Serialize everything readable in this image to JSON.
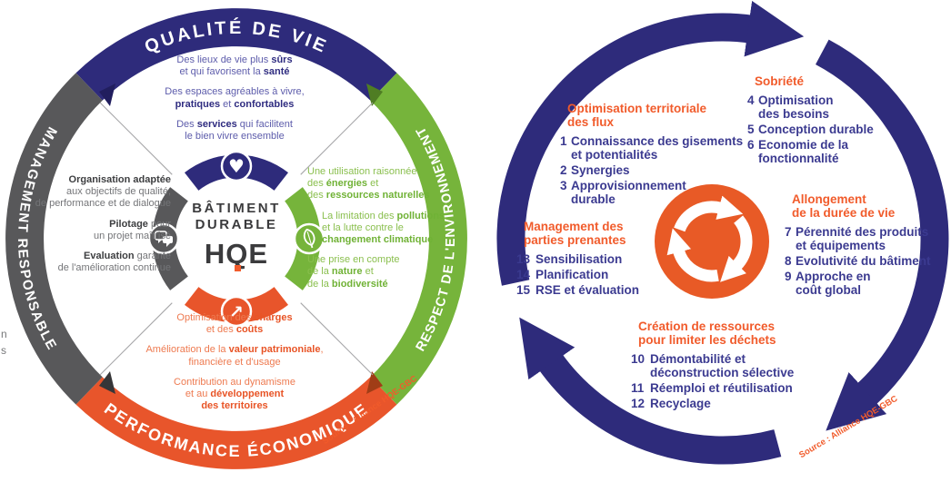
{
  "colors": {
    "navy": "#2e2b7b",
    "green": "#76b43b",
    "orange_band": "#e8552b",
    "gray": "#58585a",
    "accent_orange": "#f15b2b",
    "list_navy": "#3b3a90",
    "recycle_orange": "#e85a26"
  },
  "left_diagram": {
    "center": {
      "line1": "BÂTIMENT",
      "line2": "DURABLE",
      "logo": "HQE"
    },
    "arcs": {
      "top": {
        "label": "QUALITÉ DE VIE"
      },
      "left": {
        "label": "MANAGEMENT RESPONSABLE"
      },
      "right": {
        "label": "RESPECT DE L'ENVIRONNEMENT"
      },
      "bottom": {
        "label": "PERFORMANCE ÉCONOMIQUE"
      }
    },
    "quadrants": {
      "top": {
        "paragraphs": [
          [
            {
              "t": "Des lieux de vie plus "
            },
            {
              "t": "sûrs",
              "b": true
            },
            {
              "br": true
            },
            {
              "t": "et qui favorisent la "
            },
            {
              "t": "santé",
              "b": true
            }
          ],
          [
            {
              "t": "Des espaces agréables à vivre,"
            },
            {
              "br": true
            },
            {
              "t": "pratiques",
              "b": true
            },
            {
              "t": " et "
            },
            {
              "t": "confortables",
              "b": true
            }
          ],
          [
            {
              "t": "Des "
            },
            {
              "t": "services",
              "b": true
            },
            {
              "t": " qui facilitent"
            },
            {
              "br": true
            },
            {
              "t": "le bien vivre ensemble"
            }
          ]
        ]
      },
      "left": {
        "paragraphs": [
          [
            {
              "t": "Organisation adaptée",
              "b": true
            },
            {
              "br": true
            },
            {
              "t": "aux objectifs de qualité,"
            },
            {
              "br": true
            },
            {
              "t": "de performance et de dialogue"
            }
          ],
          [
            {
              "t": "Pilotage",
              "b": true
            },
            {
              "t": " pour"
            },
            {
              "br": true
            },
            {
              "t": "un projet maîtrisé"
            }
          ],
          [
            {
              "t": "Evaluation",
              "b": true
            },
            {
              "t": " garante"
            },
            {
              "br": true
            },
            {
              "t": "de l'amélioration continue"
            }
          ]
        ]
      },
      "right": {
        "paragraphs": [
          [
            {
              "t": "Une utilisation raisonnée"
            },
            {
              "br": true
            },
            {
              "t": "des "
            },
            {
              "t": "énergies",
              "b": true
            },
            {
              "t": " et"
            },
            {
              "br": true
            },
            {
              "t": "des "
            },
            {
              "t": "ressources naturelles",
              "b": true
            }
          ],
          [
            {
              "t": "La limitation des "
            },
            {
              "t": "pollutions",
              "b": true
            },
            {
              "br": true
            },
            {
              "t": "et la lutte contre le"
            },
            {
              "br": true
            },
            {
              "t": "changement climatique",
              "b": true
            }
          ],
          [
            {
              "t": "Une prise en compte"
            },
            {
              "br": true
            },
            {
              "t": "de la "
            },
            {
              "t": "nature",
              "b": true
            },
            {
              "t": " et"
            },
            {
              "br": true
            },
            {
              "t": "de la "
            },
            {
              "t": "biodiversité",
              "b": true
            }
          ]
        ]
      },
      "bottom": {
        "paragraphs": [
          [
            {
              "t": "Optimisation des "
            },
            {
              "t": "charges",
              "b": true
            },
            {
              "br": true
            },
            {
              "t": "et des "
            },
            {
              "t": "coûts",
              "b": true
            }
          ],
          [
            {
              "t": "Amélioration de la "
            },
            {
              "t": "valeur patrimoniale",
              "b": true
            },
            {
              "t": ","
            },
            {
              "br": true
            },
            {
              "t": "financière et d'usage"
            }
          ],
          [
            {
              "t": "Contribution au dynamisme"
            },
            {
              "br": true
            },
            {
              "t": "et au "
            },
            {
              "t": "développement",
              "b": true
            },
            {
              "br": true
            },
            {
              "t": "des territoires",
              "b": true
            }
          ]
        ]
      }
    },
    "source": "Source : Alliance HQE-GBC",
    "edge_fragments": {
      "f1": "n",
      "f2": "s"
    }
  },
  "right_diagram": {
    "groups": [
      {
        "title_lines": [
          "Optimisation territoriale",
          "des flux"
        ],
        "items": [
          {
            "n": "1",
            "lines": [
              "Connaissance des gisements",
              "et potentialités"
            ]
          },
          {
            "n": "2",
            "lines": [
              "Synergies"
            ]
          },
          {
            "n": "3",
            "lines": [
              "Approvisionnement",
              "durable"
            ]
          }
        ]
      },
      {
        "title_lines": [
          "Sobriété"
        ],
        "items": [
          {
            "n": "4",
            "lines": [
              "Optimisation",
              "des besoins"
            ]
          },
          {
            "n": "5",
            "lines": [
              "Conception durable"
            ]
          },
          {
            "n": "6",
            "lines": [
              "Economie de la",
              "fonctionnalité"
            ]
          }
        ]
      },
      {
        "title_lines": [
          "Allongement",
          "de la durée de vie"
        ],
        "items": [
          {
            "n": "7",
            "lines": [
              "Pérennité des produits",
              "et équipements"
            ]
          },
          {
            "n": "8",
            "lines": [
              "Evolutivité du bâtiment"
            ]
          },
          {
            "n": "9",
            "lines": [
              "Approche en",
              "coût global"
            ]
          }
        ]
      },
      {
        "title_lines": [
          "Management des",
          "parties prenantes"
        ],
        "items": [
          {
            "n": "13",
            "lines": [
              "Sensibilisation"
            ]
          },
          {
            "n": "14",
            "lines": [
              "Planification"
            ]
          },
          {
            "n": "15",
            "lines": [
              "RSE et évaluation"
            ]
          }
        ]
      },
      {
        "title_lines": [
          "Création de ressources",
          "pour limiter les déchets"
        ],
        "items": [
          {
            "n": "10",
            "lines": [
              "Démontabilité et",
              "déconstruction sélective"
            ]
          },
          {
            "n": "11",
            "lines": [
              "Réemploi et réutilisation"
            ]
          },
          {
            "n": "12",
            "lines": [
              "Recyclage"
            ]
          }
        ]
      }
    ],
    "source": "Source : Alliance HQE-GBC"
  }
}
